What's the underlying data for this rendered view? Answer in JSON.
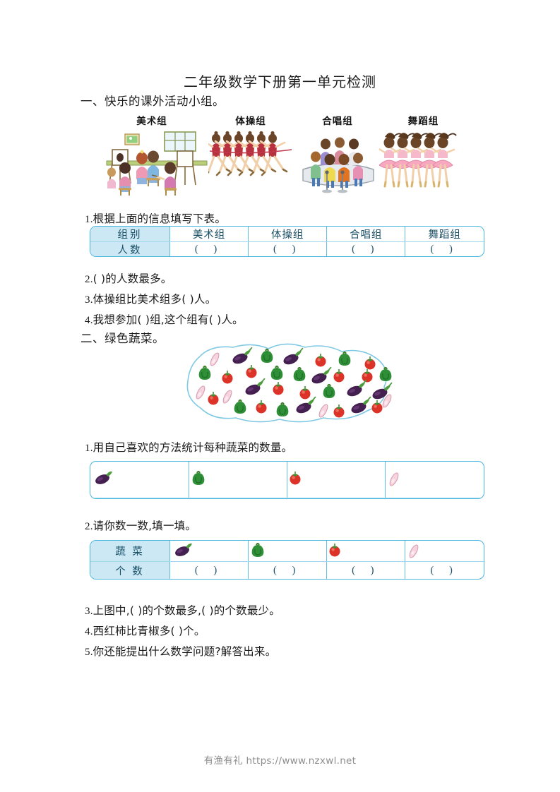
{
  "document": {
    "title": "二年级数学下册第一单元检测",
    "footer": "有渔有礼 https://www.nzxwl.net"
  },
  "colors": {
    "table_border": "#49b6dd",
    "table_header_fill": "#cbe8f4",
    "table_header_text": "#15546d",
    "blob_outline": "#7fc9e4",
    "eggplant": "#4b2358",
    "pepper": "#2e8b35",
    "tomato": "#e0342a",
    "cucumber": "#f3cdd8"
  },
  "section_one": {
    "heading": "一、快乐的课外活动小组。",
    "groups": [
      {
        "label": "美术组",
        "icon": "art-class-illustration"
      },
      {
        "label": "体操组",
        "icon": "gymnastics-illustration"
      },
      {
        "label": "合唱组",
        "icon": "chorus-illustration"
      },
      {
        "label": "舞蹈组",
        "icon": "dance-illustration"
      }
    ],
    "q1": {
      "number": "1.",
      "text": "根据上面的信息填写下表。"
    },
    "table": {
      "row_headers": [
        "组别",
        "人数"
      ],
      "columns": [
        "美术组",
        "体操组",
        "合唱组",
        "舞蹈组"
      ],
      "answer_cells": [
        "(        )",
        "(        )",
        "(        )",
        "(        )"
      ]
    },
    "q2": {
      "number": "2.",
      "text": "(              )的人数最多。"
    },
    "q3": {
      "number": "3.",
      "text": "体操组比美术组多(       )人。"
    },
    "q4": {
      "number": "4.",
      "text": "我想参加(             )组,这个组有(       )人。"
    }
  },
  "section_two": {
    "heading": "二、绿色蔬菜。",
    "blob": {
      "name": "vegetable-collection-illustration",
      "vegetables": [
        "eggplant",
        "green-pepper",
        "tomato",
        "cucumber"
      ]
    },
    "q1": {
      "number": "1.",
      "text": "用自己喜欢的方法统计每种蔬菜的数量。"
    },
    "tally_table": {
      "icon_row": [
        "eggplant-icon",
        "pepper-icon",
        "tomato-icon",
        "cucumber-icon"
      ],
      "blank_row": [
        "",
        "",
        "",
        ""
      ]
    },
    "q2": {
      "number": "2.",
      "text": "请你数一数,填一填。"
    },
    "count_table": {
      "row_headers": [
        "蔬 菜",
        "个 数"
      ],
      "icon_row": [
        "eggplant-icon",
        "pepper-icon",
        "tomato-icon",
        "cucumber-icon"
      ],
      "answer_cells": [
        "(        )",
        "(        )",
        "(        )",
        "(        )"
      ]
    },
    "q3": {
      "number": "3.",
      "text": "上图中,(          )的个数最多,(           )的个数最少。"
    },
    "q4": {
      "number": "4.",
      "text": "西红柿比青椒多(       )个。"
    },
    "q5": {
      "number": "5.",
      "text": "你还能提出什么数学问题?解答出来。"
    }
  }
}
